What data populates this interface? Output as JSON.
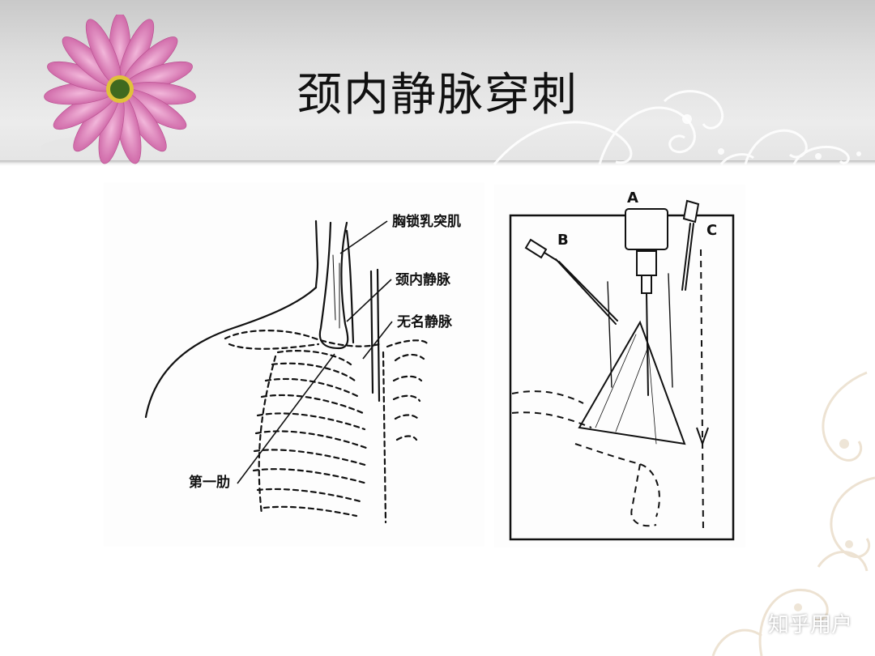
{
  "slide": {
    "title": "颈内静脉穿刺",
    "watermark": "知乎用户"
  },
  "figure_left": {
    "labels": {
      "sternocleidomastoid": "胸锁乳突肌",
      "internal_jugular": "颈内静脉",
      "brachiocephalic": "无名静脉",
      "first_rib": "第一肋"
    }
  },
  "figure_right": {
    "labels": {
      "a": "A",
      "b": "B",
      "c": "C"
    }
  },
  "colors": {
    "header_gray": "#dedede",
    "petal_pink": "#d97ab6",
    "flower_center": "#3f6a1f",
    "line_art": "#111111"
  }
}
